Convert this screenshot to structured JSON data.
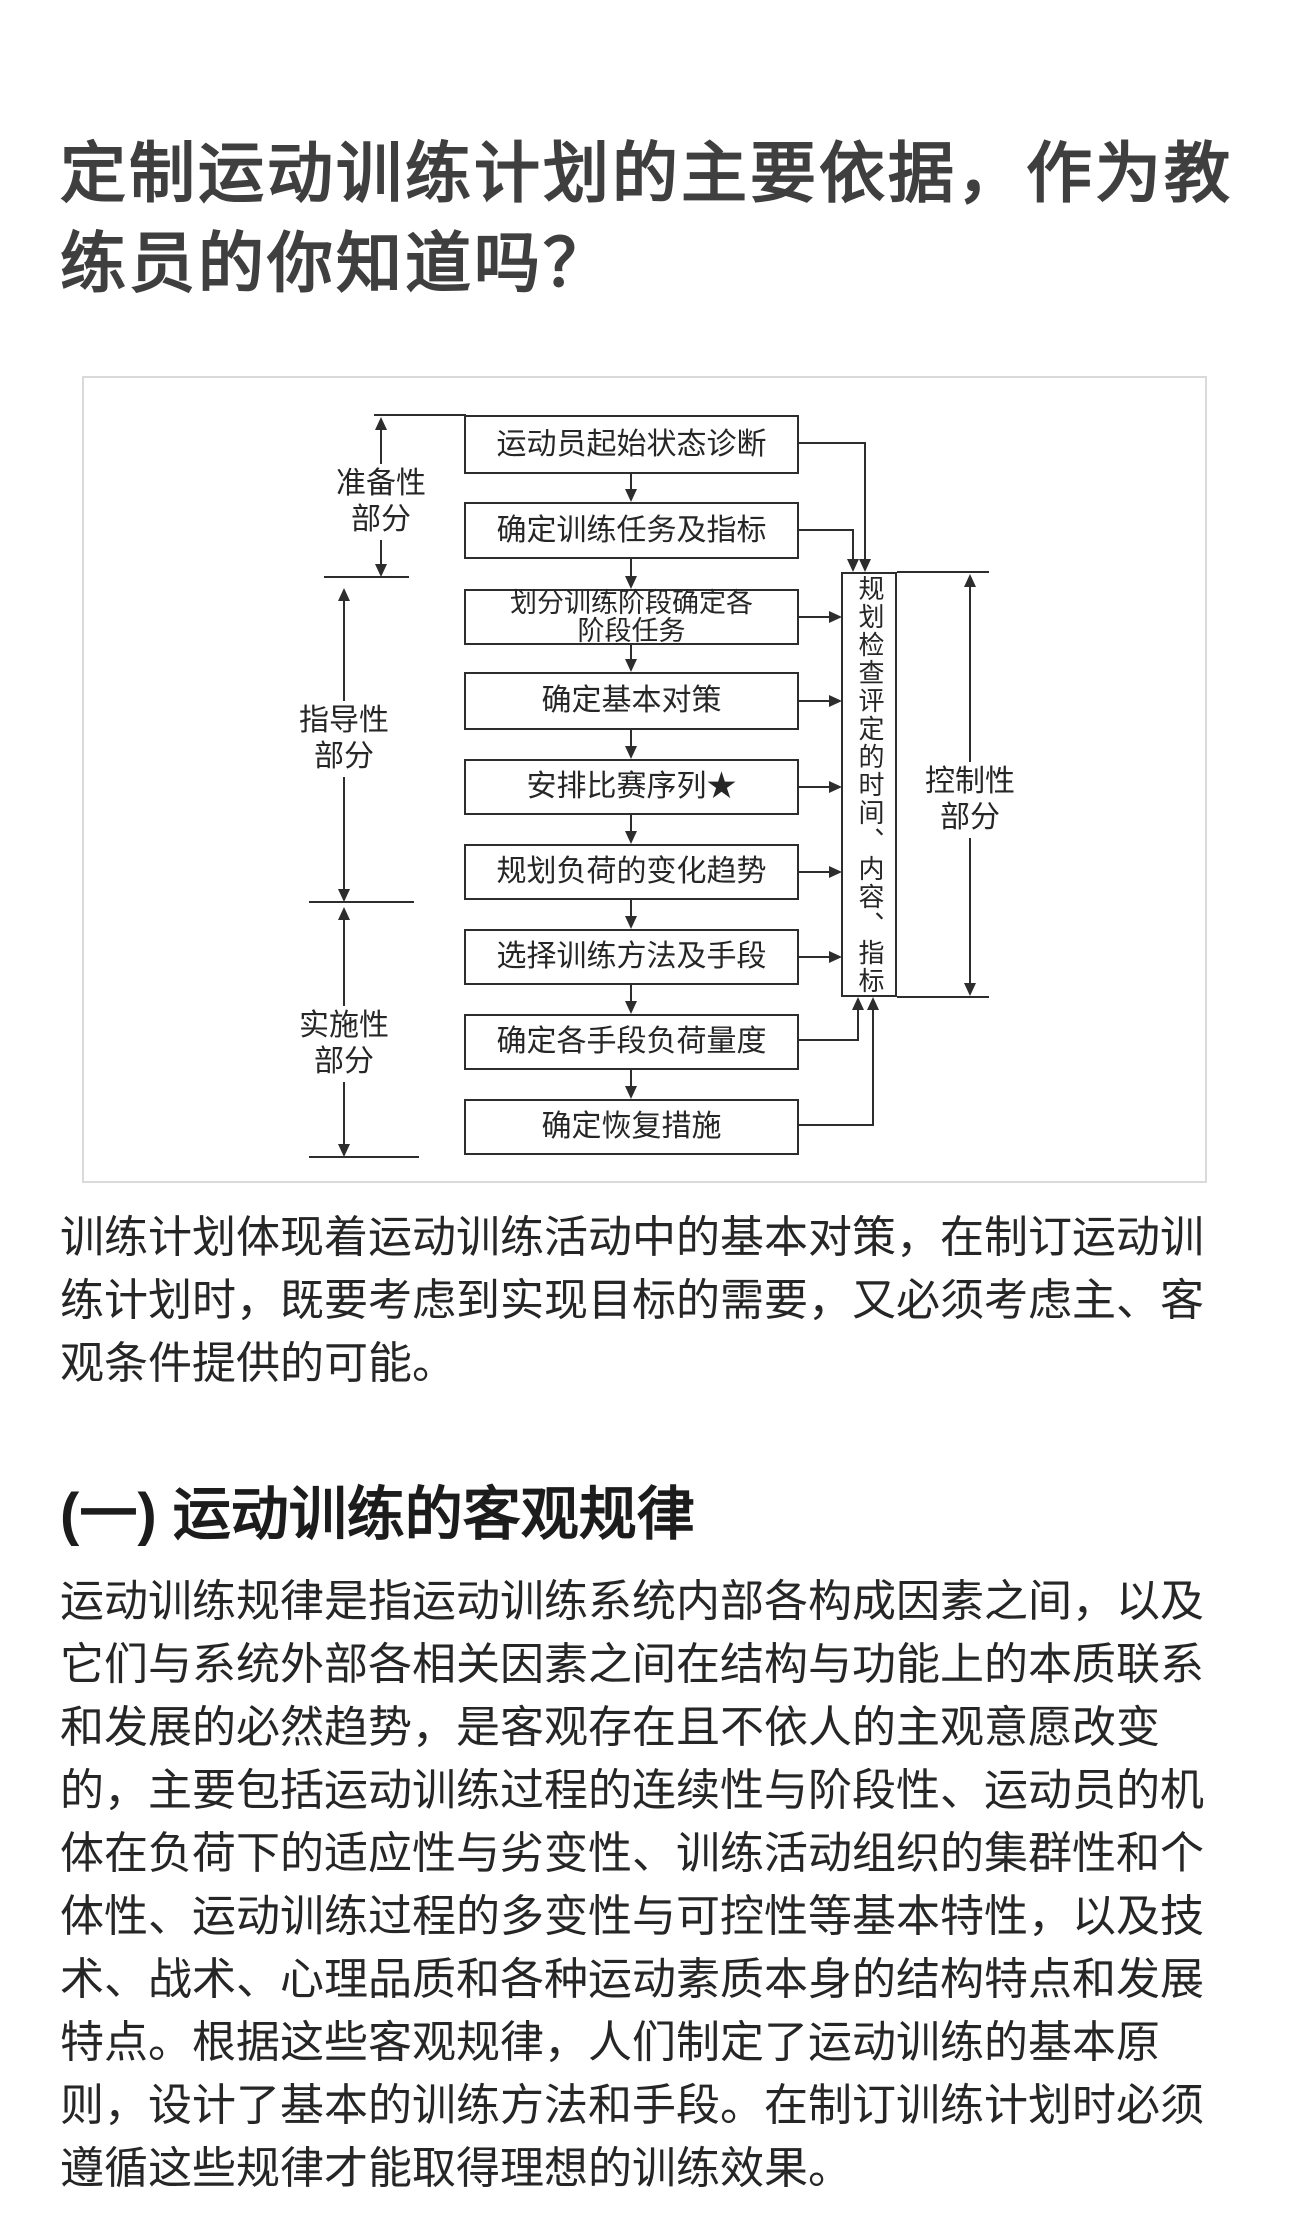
{
  "article": {
    "title": "定制运动训练计划的主要依据，作为教练员的你知道吗？",
    "paragraph1": "训练计划体现着运动训练活动中的基本对策，在制订运动训练计划时，既要考虑到实现目标的需要，又必须考虑主、客观条件提供的可能。",
    "section_heading": "(一) 运动训练的客观规律",
    "paragraph2": "运动训练规律是指运动训练系统内部各构成因素之间，以及它们与系统外部各相关因素之间在结构与功能上的本质联系和发展的必然趋势，是客观存在且不依人的主观意愿改变的，主要包括运动训练过程的连续性与阶段性、运动员的机体在负荷下的适应性与劣变性、训练活动组织的集群性和个体性、运动训练过程的多变性与可控性等基本特性，以及技术、战术、心理品质和各种运动素质本身的结构特点和发展特点。根据这些客观规律，人们制定了运动训练的基本原则，设计了基本的训练方法和手段。在制订训练计划时必须遵循这些规律才能取得理想的训练效果。"
  },
  "flowchart": {
    "steps": [
      "运动员起始状态诊断",
      "确定训练任务及指标",
      "划分训练阶段确定各阶段任务",
      "确定基本对策",
      "安排比赛序列★",
      "规划负荷的变化趋势",
      "选择训练方法及手段",
      "确定各手段负荷量度",
      "确定恢复措施"
    ],
    "stage_labels": [
      {
        "line1": "准备性",
        "line2": "部分"
      },
      {
        "line1": "指导性",
        "line2": "部分"
      },
      {
        "line1": "实施性",
        "line2": "部分"
      }
    ],
    "evaluation_box": "规划检查评定的时间、内容、指标",
    "control_label": {
      "line1": "控制性",
      "line2": "部分"
    },
    "colors": {
      "stroke": "#2d2d2d",
      "figure_border": "#dadada",
      "text": "#262626"
    }
  }
}
